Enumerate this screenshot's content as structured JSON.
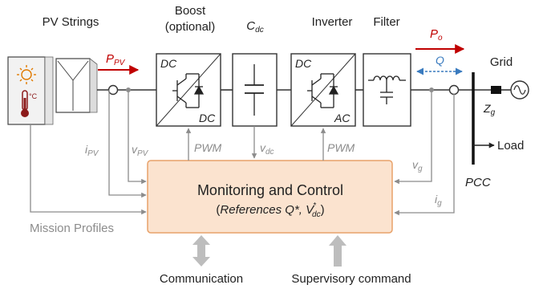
{
  "title_labels": {
    "pv_strings": "PV Strings",
    "boost_line1": "Boost",
    "boost_line2": "(optional)",
    "cdc_main": "C",
    "cdc_sub": "dc",
    "inverter": "Inverter",
    "filter": "Filter",
    "grid": "Grid"
  },
  "converter_labels": {
    "boost_in": "DC",
    "boost_out": "DC",
    "inv_in": "DC",
    "inv_out": "AC"
  },
  "power_labels": {
    "ppv_main": "P",
    "ppv_sub": "PV",
    "po_main": "P",
    "po_sub": "o",
    "q": "Q"
  },
  "signal_labels": {
    "ipv_main": "i",
    "ipv_sub": "PV",
    "vpv_main": "v",
    "vpv_sub": "PV",
    "pwm1": "PWM",
    "vdc_main": "v",
    "vdc_sub": "dc",
    "pwm2": "PWM",
    "vg_main": "v",
    "vg_sub": "g",
    "ig_main": "i",
    "ig_sub": "g"
  },
  "grid_labels": {
    "zg_main": "Z",
    "zg_sub": "g",
    "load": "Load",
    "pcc": "PCC"
  },
  "control": {
    "title": "Monitoring and Control",
    "ref_open": "(",
    "ref_text": "References Q*, V",
    "ref_star": "*",
    "ref_sub": "dc",
    "ref_close": ")"
  },
  "bottom_labels": {
    "mission_profiles": "Mission Profiles",
    "communication": "Communication",
    "supervisory": "Supervisory command"
  },
  "colors": {
    "line": "#333333",
    "signal": "#8c8c8c",
    "power_red": "#c00000",
    "q_blue": "#3a7bbf",
    "control_fill": "#fbe3cf",
    "control_border": "#e8a26a",
    "sun": "#e07a00",
    "thermo": "#8b1a1a",
    "sensor_fill": "#f2f2f2",
    "comm_arrow": "#bdbdbd"
  }
}
